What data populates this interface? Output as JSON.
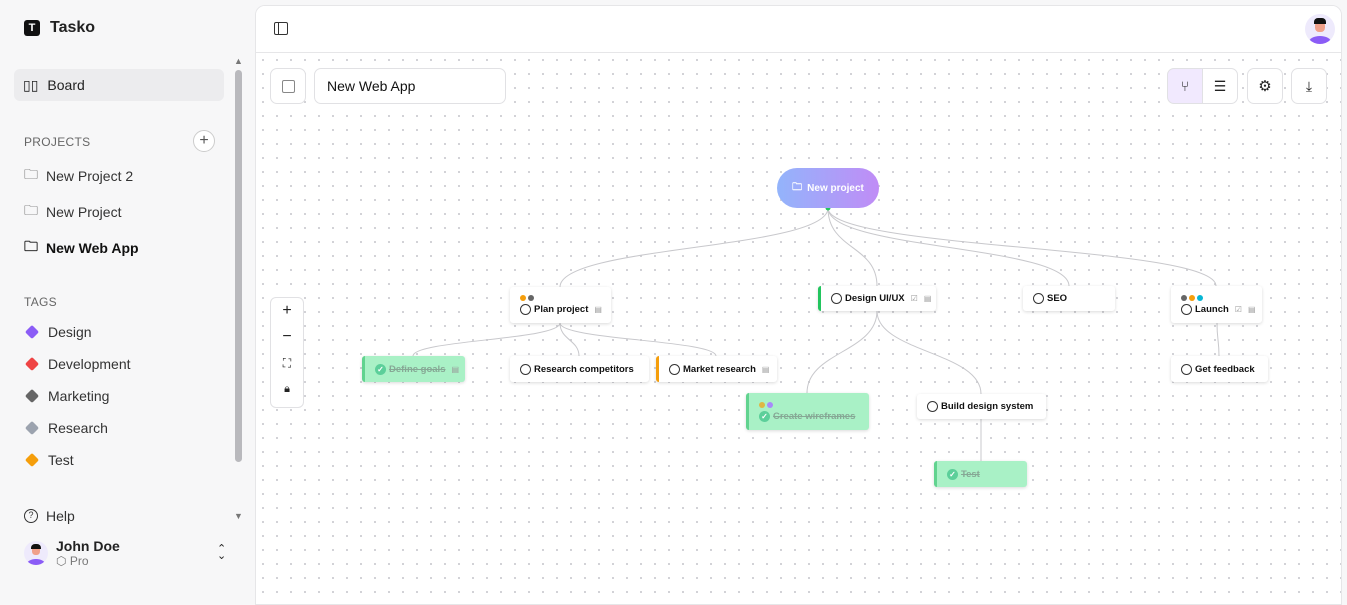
{
  "app": {
    "name": "Tasko"
  },
  "sidebar": {
    "board_label": "Board",
    "projects_header": "PROJECTS",
    "projects": [
      {
        "label": "New Project 2"
      },
      {
        "label": "New Project"
      },
      {
        "label": "New Web App",
        "active": true
      }
    ],
    "tags_header": "TAGS",
    "tags": [
      {
        "label": "Design",
        "color": "#8b5cf6"
      },
      {
        "label": "Development",
        "color": "#ef4444"
      },
      {
        "label": "Marketing",
        "color": "#666666"
      },
      {
        "label": "Research",
        "color": "#9ca3af"
      },
      {
        "label": "Test",
        "color": "#f59e0b"
      }
    ],
    "help_label": "Help",
    "user": {
      "name": "John Doe",
      "plan": "Pro"
    }
  },
  "toolbar": {
    "project_name": "New Web App",
    "view_active": "graph"
  },
  "graph": {
    "root": "New project",
    "nodes": {
      "plan": {
        "label": "Plan project",
        "tags": [
          "#f59e0b",
          "#666666"
        ]
      },
      "design": {
        "label": "Design UI/UX"
      },
      "seo": {
        "label": "SEO"
      },
      "launch": {
        "label": "Launch",
        "tags": [
          "#666666",
          "#f59e0b",
          "#06b6d4"
        ]
      },
      "define": {
        "label": "Define goals",
        "done": true
      },
      "research": {
        "label": "Research competitors"
      },
      "market": {
        "label": "Market research"
      },
      "wireframes": {
        "label": "Create wireframes",
        "done": true,
        "tags": [
          "#f59e0b",
          "#a78bfa"
        ]
      },
      "build": {
        "label": "Build design system"
      },
      "test": {
        "label": "Test",
        "done": true
      },
      "feedback": {
        "label": "Get feedback"
      }
    }
  },
  "colors": {
    "accent": "#8b5cf6",
    "done_bg": "#a9f1c6"
  }
}
